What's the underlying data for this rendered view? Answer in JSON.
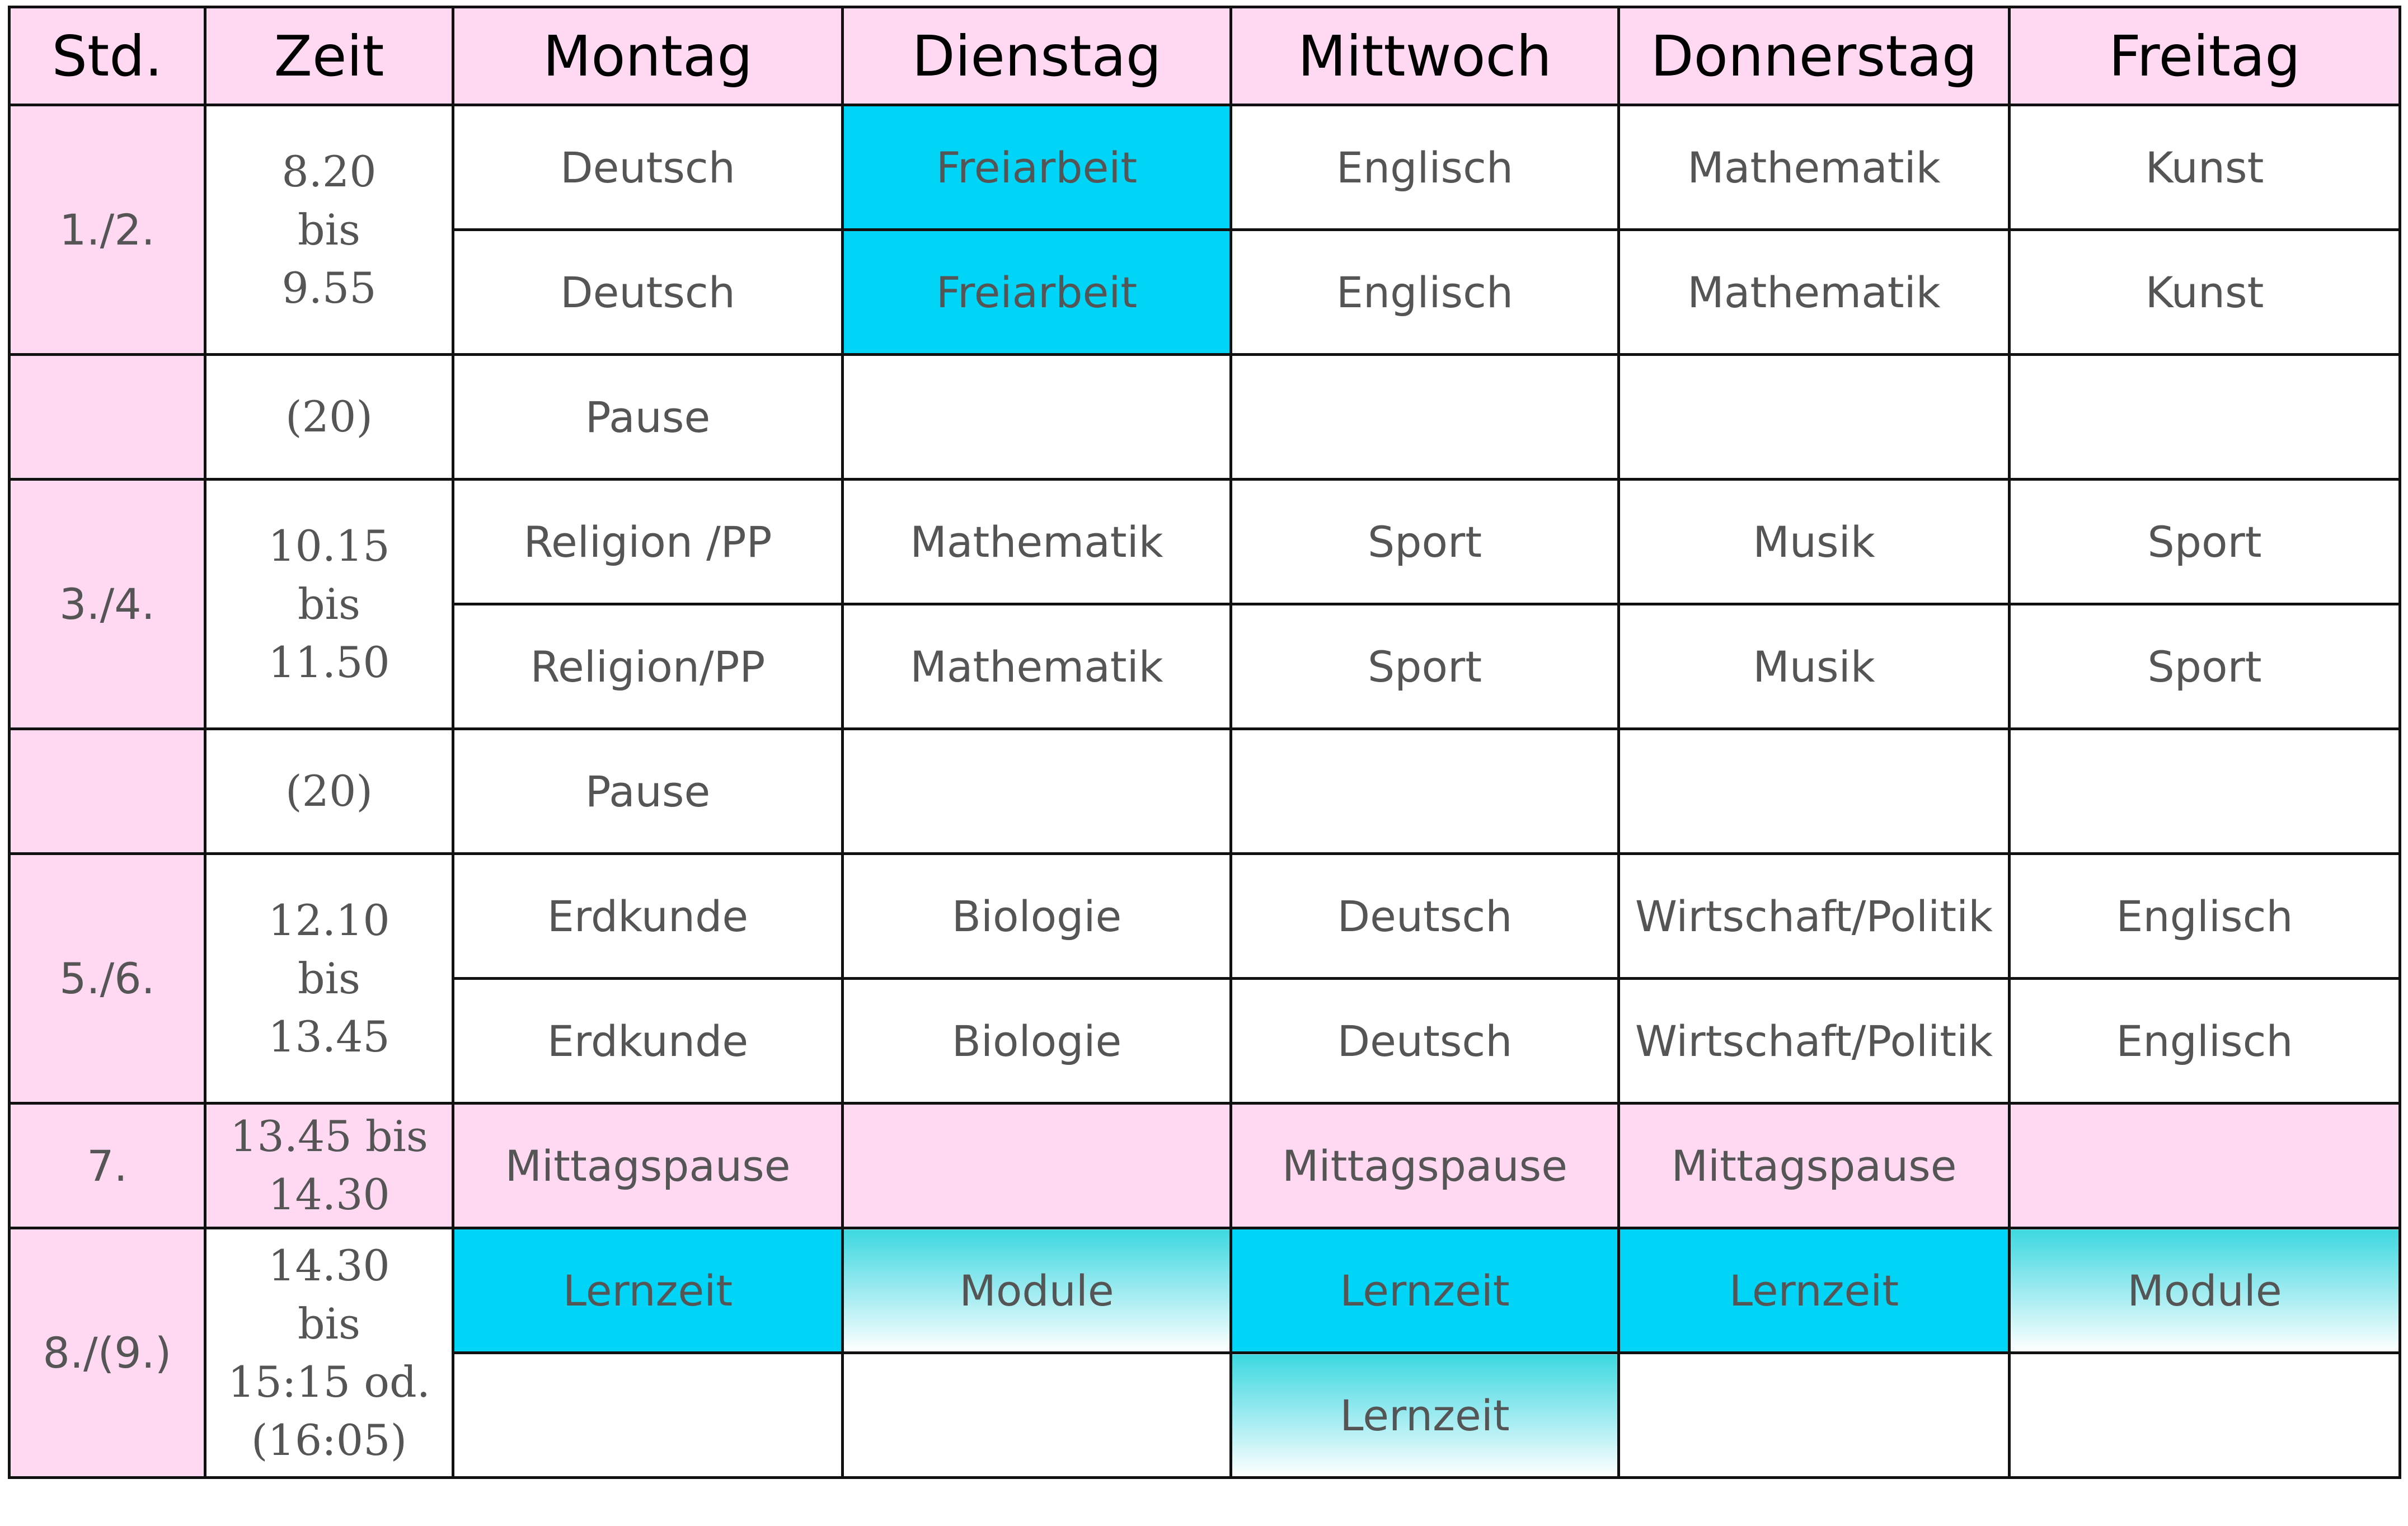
{
  "header": {
    "std": "Std.",
    "zeit": "Zeit",
    "days": [
      "Montag",
      "Dienstag",
      "Mittwoch",
      "Donnerstag",
      "Freitag"
    ]
  },
  "rows": {
    "b1": {
      "std": "1./2.",
      "zeit": [
        "8.20",
        "bis",
        "9.55"
      ],
      "r1": [
        "Deutsch",
        "Freiarbeit",
        "Englisch",
        "Mathematik",
        "Kunst"
      ],
      "r2": [
        "Deutsch",
        "Freiarbeit",
        "Englisch",
        "Mathematik",
        "Kunst"
      ]
    },
    "p1": {
      "zeit": "(20)",
      "montag": "Pause"
    },
    "b2": {
      "std": "3./4.",
      "zeit": [
        "10.15",
        "bis",
        "11.50"
      ],
      "r1": [
        "Religion /PP",
        "Mathematik",
        "Sport",
        "Musik",
        "Sport"
      ],
      "r2": [
        "Religion/PP",
        "Mathematik",
        "Sport",
        "Musik",
        "Sport"
      ]
    },
    "p2": {
      "zeit": "(20)",
      "montag": "Pause"
    },
    "b3": {
      "std": "5./6.",
      "zeit": [
        "12.10",
        "bis",
        "13.45"
      ],
      "r1": [
        "Erdkunde",
        "Biologie",
        "Deutsch",
        "Wirtschaft/Politik",
        "Englisch"
      ],
      "r2": [
        "Erdkunde",
        "Biologie",
        "Deutsch",
        "Wirtschaft/Politik",
        "Englisch"
      ]
    },
    "lunch": {
      "std": "7.",
      "zeit": [
        "13.45 bis",
        "14.30"
      ],
      "cells": [
        "Mittagspause",
        "",
        "Mittagspause",
        "Mittagspause",
        ""
      ]
    },
    "b4": {
      "std": "8./(9.)",
      "zeit": [
        "14.30",
        "bis",
        "15:15 od.",
        "(16:05)"
      ],
      "r1": [
        "Lernzeit",
        "Module",
        "Lernzeit",
        "Lernzeit",
        "Module"
      ],
      "r2": [
        "",
        "",
        "Lernzeit",
        "",
        ""
      ]
    }
  },
  "colors": {
    "pink": "#ffd9f2",
    "cyan": "#00d4f7",
    "fade_top": "#3ed8e0",
    "border": "#111111",
    "text": "#555555"
  }
}
